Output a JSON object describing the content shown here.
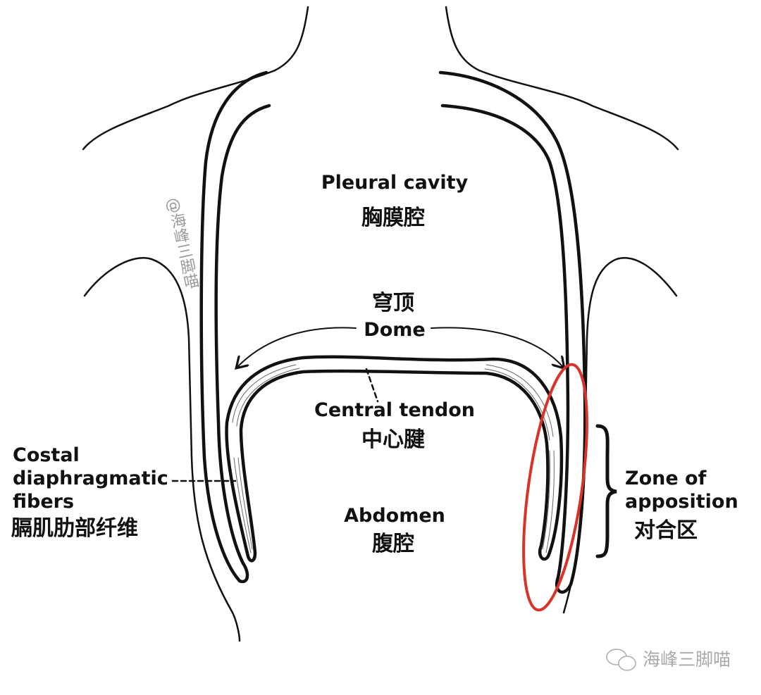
{
  "labels": {
    "pleural_en": "Pleural cavity",
    "pleural_zh": "胸膜腔",
    "dome_zh": "穹顶",
    "dome_en": "Dome",
    "tendon_en": "Central tendon",
    "tendon_zh": "中心腱",
    "costal_en_1": "Costal",
    "costal_en_2": "diaphragmatic",
    "costal_en_3": "fibers",
    "costal_zh": "膈肌肋部纤维",
    "abdomen_en": "Abdomen",
    "abdomen_zh": "腹腔",
    "zone_en_1": "Zone of",
    "zone_en_2": "apposition",
    "zone_zh": "对合区"
  },
  "watermark": {
    "side": "@海峰三脚喵",
    "corner": "海峰三脚喵",
    "corner_icon": "wechat-icon"
  },
  "colors": {
    "outline": "#111111",
    "highlight": "#d9322a",
    "watermark": "#999999"
  }
}
